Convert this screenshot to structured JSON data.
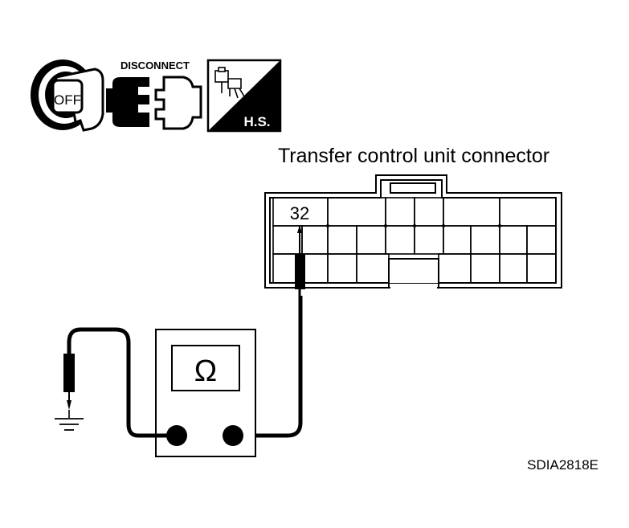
{
  "icons": {
    "ignition": {
      "icon": "ignition-key-icon",
      "label": "OFF"
    },
    "disconnect": {
      "icon": "disconnect-connector-icon",
      "label": "DISCONNECT"
    },
    "harness": {
      "icon": "harness-side-icon",
      "label": "H.S."
    }
  },
  "connector": {
    "title": "Transfer control unit connector",
    "terminal": "32"
  },
  "meter": {
    "symbol": "Ω"
  },
  "ground": {
    "icon": "ground-icon"
  },
  "figure_id": "SDIA2818E"
}
